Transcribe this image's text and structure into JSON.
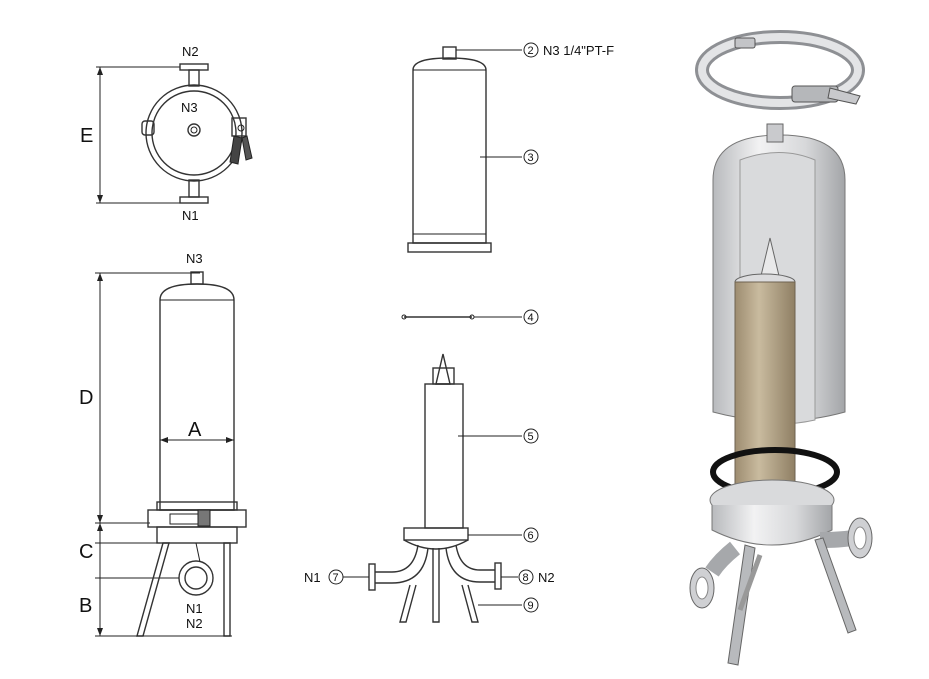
{
  "top_view": {
    "dim_e": "E",
    "n2": "N2",
    "n3": "N3",
    "n1": "N1"
  },
  "side_view": {
    "n3": "N3",
    "dim_d": "D",
    "dim_a": "A",
    "dim_c": "C",
    "dim_b": "B",
    "n1": "N1",
    "n2": "N2"
  },
  "exploded_view": {
    "callouts": [
      {
        "num": "2",
        "text": "N3 1/4\"PT-F"
      },
      {
        "num": "3",
        "text": ""
      },
      {
        "num": "4",
        "text": ""
      },
      {
        "num": "5",
        "text": ""
      },
      {
        "num": "6",
        "text": ""
      },
      {
        "num": "7",
        "text": "N1"
      },
      {
        "num": "8",
        "text": "N2"
      },
      {
        "num": "9",
        "text": ""
      }
    ]
  },
  "colors": {
    "line": "#222222",
    "steel_light": "#e6e7e9",
    "steel_dark": "#9a9ca0",
    "cartridge": "#b5a58a",
    "gasket": "#111111"
  }
}
